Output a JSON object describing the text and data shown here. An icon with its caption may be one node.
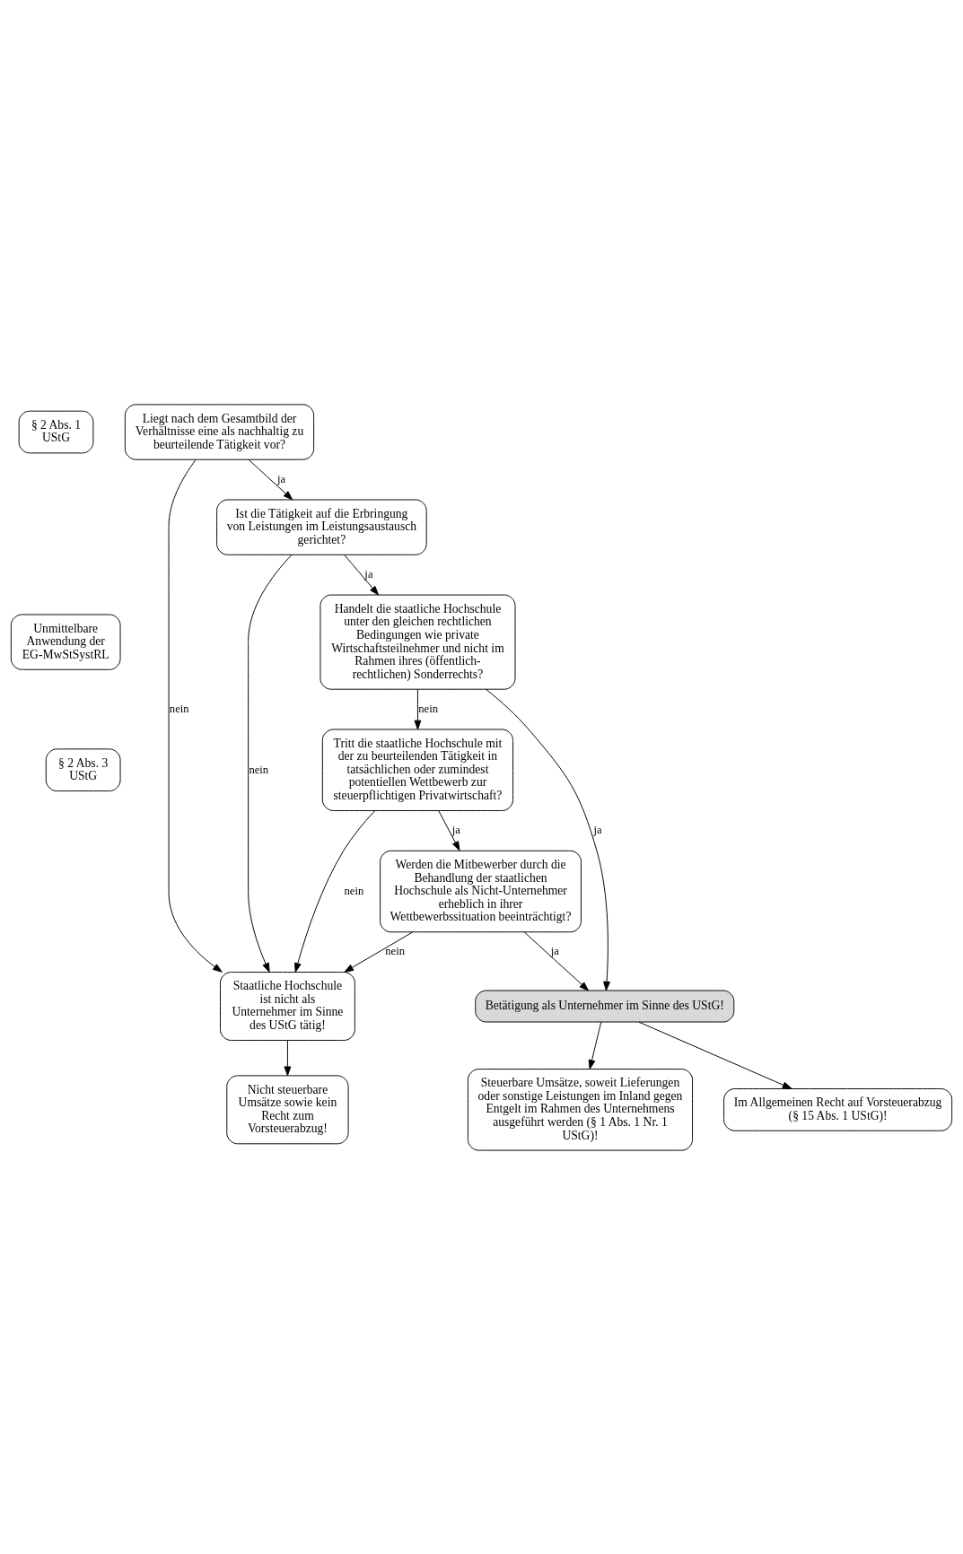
{
  "diagram": {
    "nodes": [
      {
        "text": [
          "§ 2 Abs. 1 UStG"
        ]
      },
      {
        "text": [
          "Unmittelbare Anwendung der EG-MwStSystRL"
        ]
      },
      {
        "text": [
          "§ 2 Abs. 3 UStG"
        ]
      },
      {
        "text": [
          "Liegt nach dem Gesamtbild der Verhältnisse eine als nachhaltig zu beurteilende Tätigkeit vor?"
        ]
      },
      {
        "text": [
          "Ist die Tätigkeit auf die Erbringung von Leistungen im Leistungsaustausch gerichtet?"
        ]
      },
      {
        "text": [
          "Handelt die staatliche Hochschule unter den gleichen rechtlichen Bedingungen wie private Wirtschaftsteilnehmer und nicht im Rahmen ihres (öffentlich-rechtlichen) Sonderrechts?"
        ]
      },
      {
        "text": [
          "Tritt die staatliche Hochschule mit der zu beurteilenden Tätigkeit in tatsächlichen oder zumindest potentiellen Wettbewerb zur steuerpflichtigen Privatwirtschaft?"
        ]
      },
      {
        "text": [
          "Werden die Mitbewerber durch die Behandlung der staatlichen Hochschule als Nicht-Unternehmer erheblich in ihrer Wettbewerbssituation beeinträchtigt?"
        ]
      },
      {
        "text": [
          "Staatliche Hochschule ist nicht als Unternehmer im Sinne des UStG tätig!"
        ]
      },
      {
        "text": [
          "Nicht steuerbare Umsätze sowie kein Recht zum Vorsteuerabzug!"
        ]
      },
      {
        "text": [
          "Betätigung als Unternehmer im Sinne des UStG!"
        ]
      },
      {
        "text": [
          "Steuerbare Umsätze, soweit Lieferungen oder sonstige Leistungen im Inland gegen Entgelt im Rahmen des Unternehmens ausgeführt werden (§ 1 Abs. 1 Nr. 1 UStG)!"
        ]
      },
      {
        "text": [
          "Im Allgemeinen Recht auf Vorsteuerabzug (§ 15 Abs. 1 UStG)!"
        ]
      }
    ],
    "edges": [
      {
        "from": 3,
        "to": 8,
        "label": "nein",
        "arrow": "to"
      },
      {
        "from": 3,
        "to": 4,
        "label": "ja",
        "arrow": "to"
      },
      {
        "from": 4,
        "to": 8,
        "label": "nein",
        "arrow": "to"
      },
      {
        "from": 4,
        "to": 5,
        "label": "ja",
        "arrow": "to"
      },
      {
        "from": 5,
        "to": 10,
        "label": "ja",
        "arrow": "to"
      },
      {
        "from": 5,
        "to": 6,
        "label": "nein",
        "arrow": "to"
      },
      {
        "from": 6,
        "to": 8,
        "label": "nein",
        "arrow": "to"
      },
      {
        "from": 6,
        "to": 7,
        "label": "ja",
        "arrow": "to"
      },
      {
        "from": 7,
        "to": 8,
        "label": "nein",
        "arrow": "to"
      },
      {
        "from": 7,
        "to": 10,
        "label": "ja",
        "arrow": "to"
      },
      {
        "from": 8,
        "to": 9,
        "arrow": "to"
      },
      {
        "from": 10,
        "to": 11,
        "arrow": "to"
      },
      {
        "from": 10,
        "to": 12,
        "arrow": "to"
      }
    ]
  }
}
